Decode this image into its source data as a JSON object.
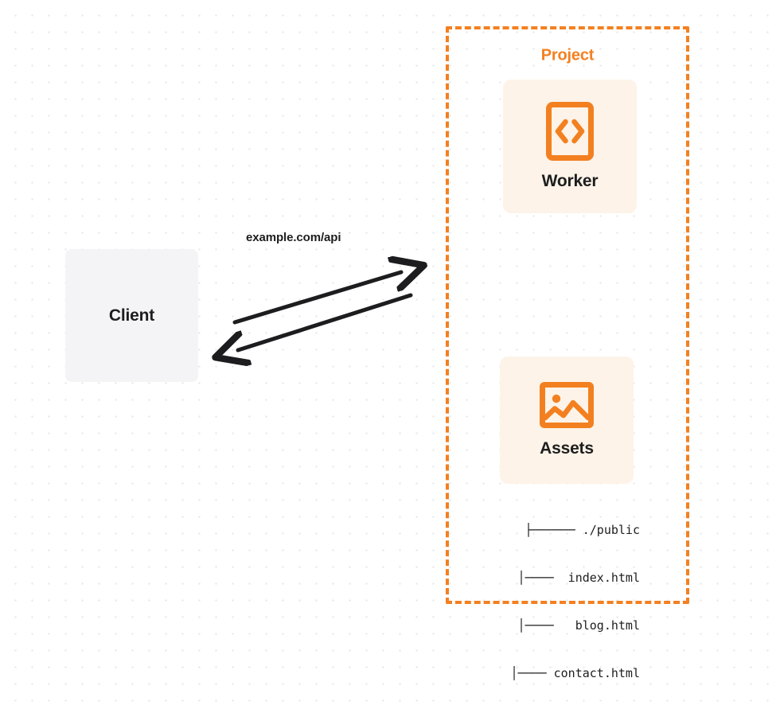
{
  "diagram": {
    "background": "dot-grid",
    "accent_color": "#f38020",
    "card_bg_color": "#fdf3e8",
    "client_bg_color": "#f4f4f6",
    "text_color": "#1d1d1f"
  },
  "client": {
    "label": "Client"
  },
  "project": {
    "title": "Project",
    "services": [
      {
        "label": "Worker",
        "icon": "code-brackets-icon"
      },
      {
        "label": "Assets",
        "icon": "image-icon"
      }
    ]
  },
  "file_tree": {
    "rows": [
      "├────── ./public",
      "│────  index.html",
      "│────   blog.html",
      "│──── contact.html"
    ]
  },
  "connection": {
    "label": "example.com/api",
    "request_direction": "client-to-project",
    "response_direction": "project-to-client"
  }
}
